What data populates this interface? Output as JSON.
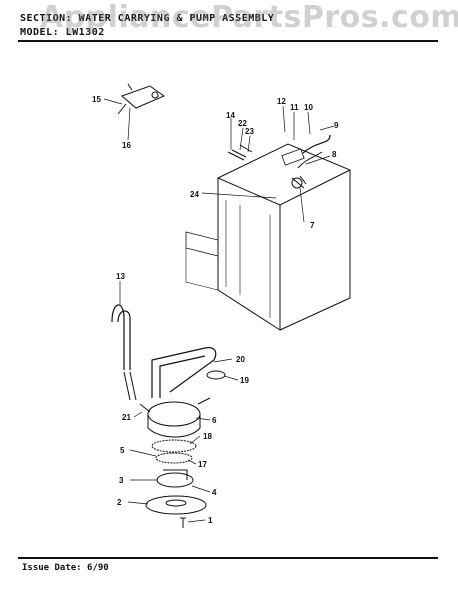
{
  "header": {
    "section_line": "SECTION: WATER CARRYING & PUMP ASSEMBLY",
    "model_line": "MODEL: LW1302"
  },
  "watermark": "AppliancePartsPros.com",
  "footer": {
    "issue_date": "Issue Date: 6/90"
  },
  "callouts": {
    "c1": "1",
    "c2": "2",
    "c3": "3",
    "c4": "4",
    "c5": "5",
    "c6": "6",
    "c7": "7",
    "c8": "8",
    "c9": "9",
    "c10": "10",
    "c11": "11",
    "c12": "12",
    "c13": "13",
    "c14": "14",
    "c15": "15",
    "c16": "16",
    "c17": "17",
    "c18": "18",
    "c19": "19",
    "c20": "20",
    "c21": "21",
    "c22": "22",
    "c23": "23",
    "c24": "24"
  }
}
